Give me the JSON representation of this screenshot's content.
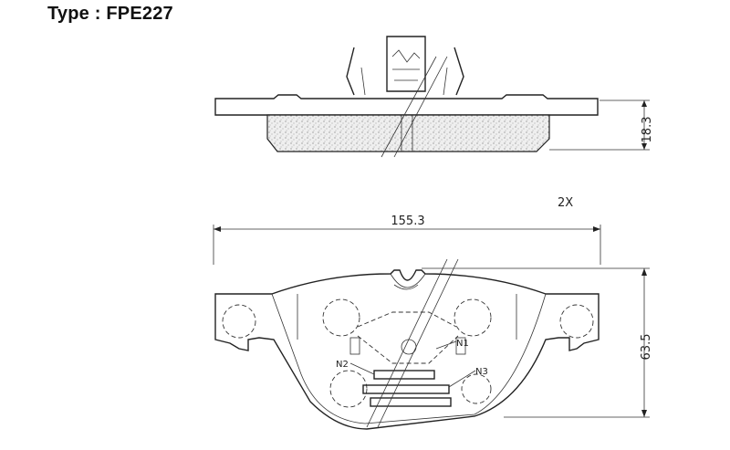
{
  "header": {
    "title": "Type : FPE227"
  },
  "drawing": {
    "dimensions": {
      "width": "155.3",
      "height": "63.5",
      "thickness": "18.3"
    },
    "quantity": "2X",
    "labels": {
      "n1": "N1",
      "n2": "N2",
      "n3": "N3"
    }
  }
}
